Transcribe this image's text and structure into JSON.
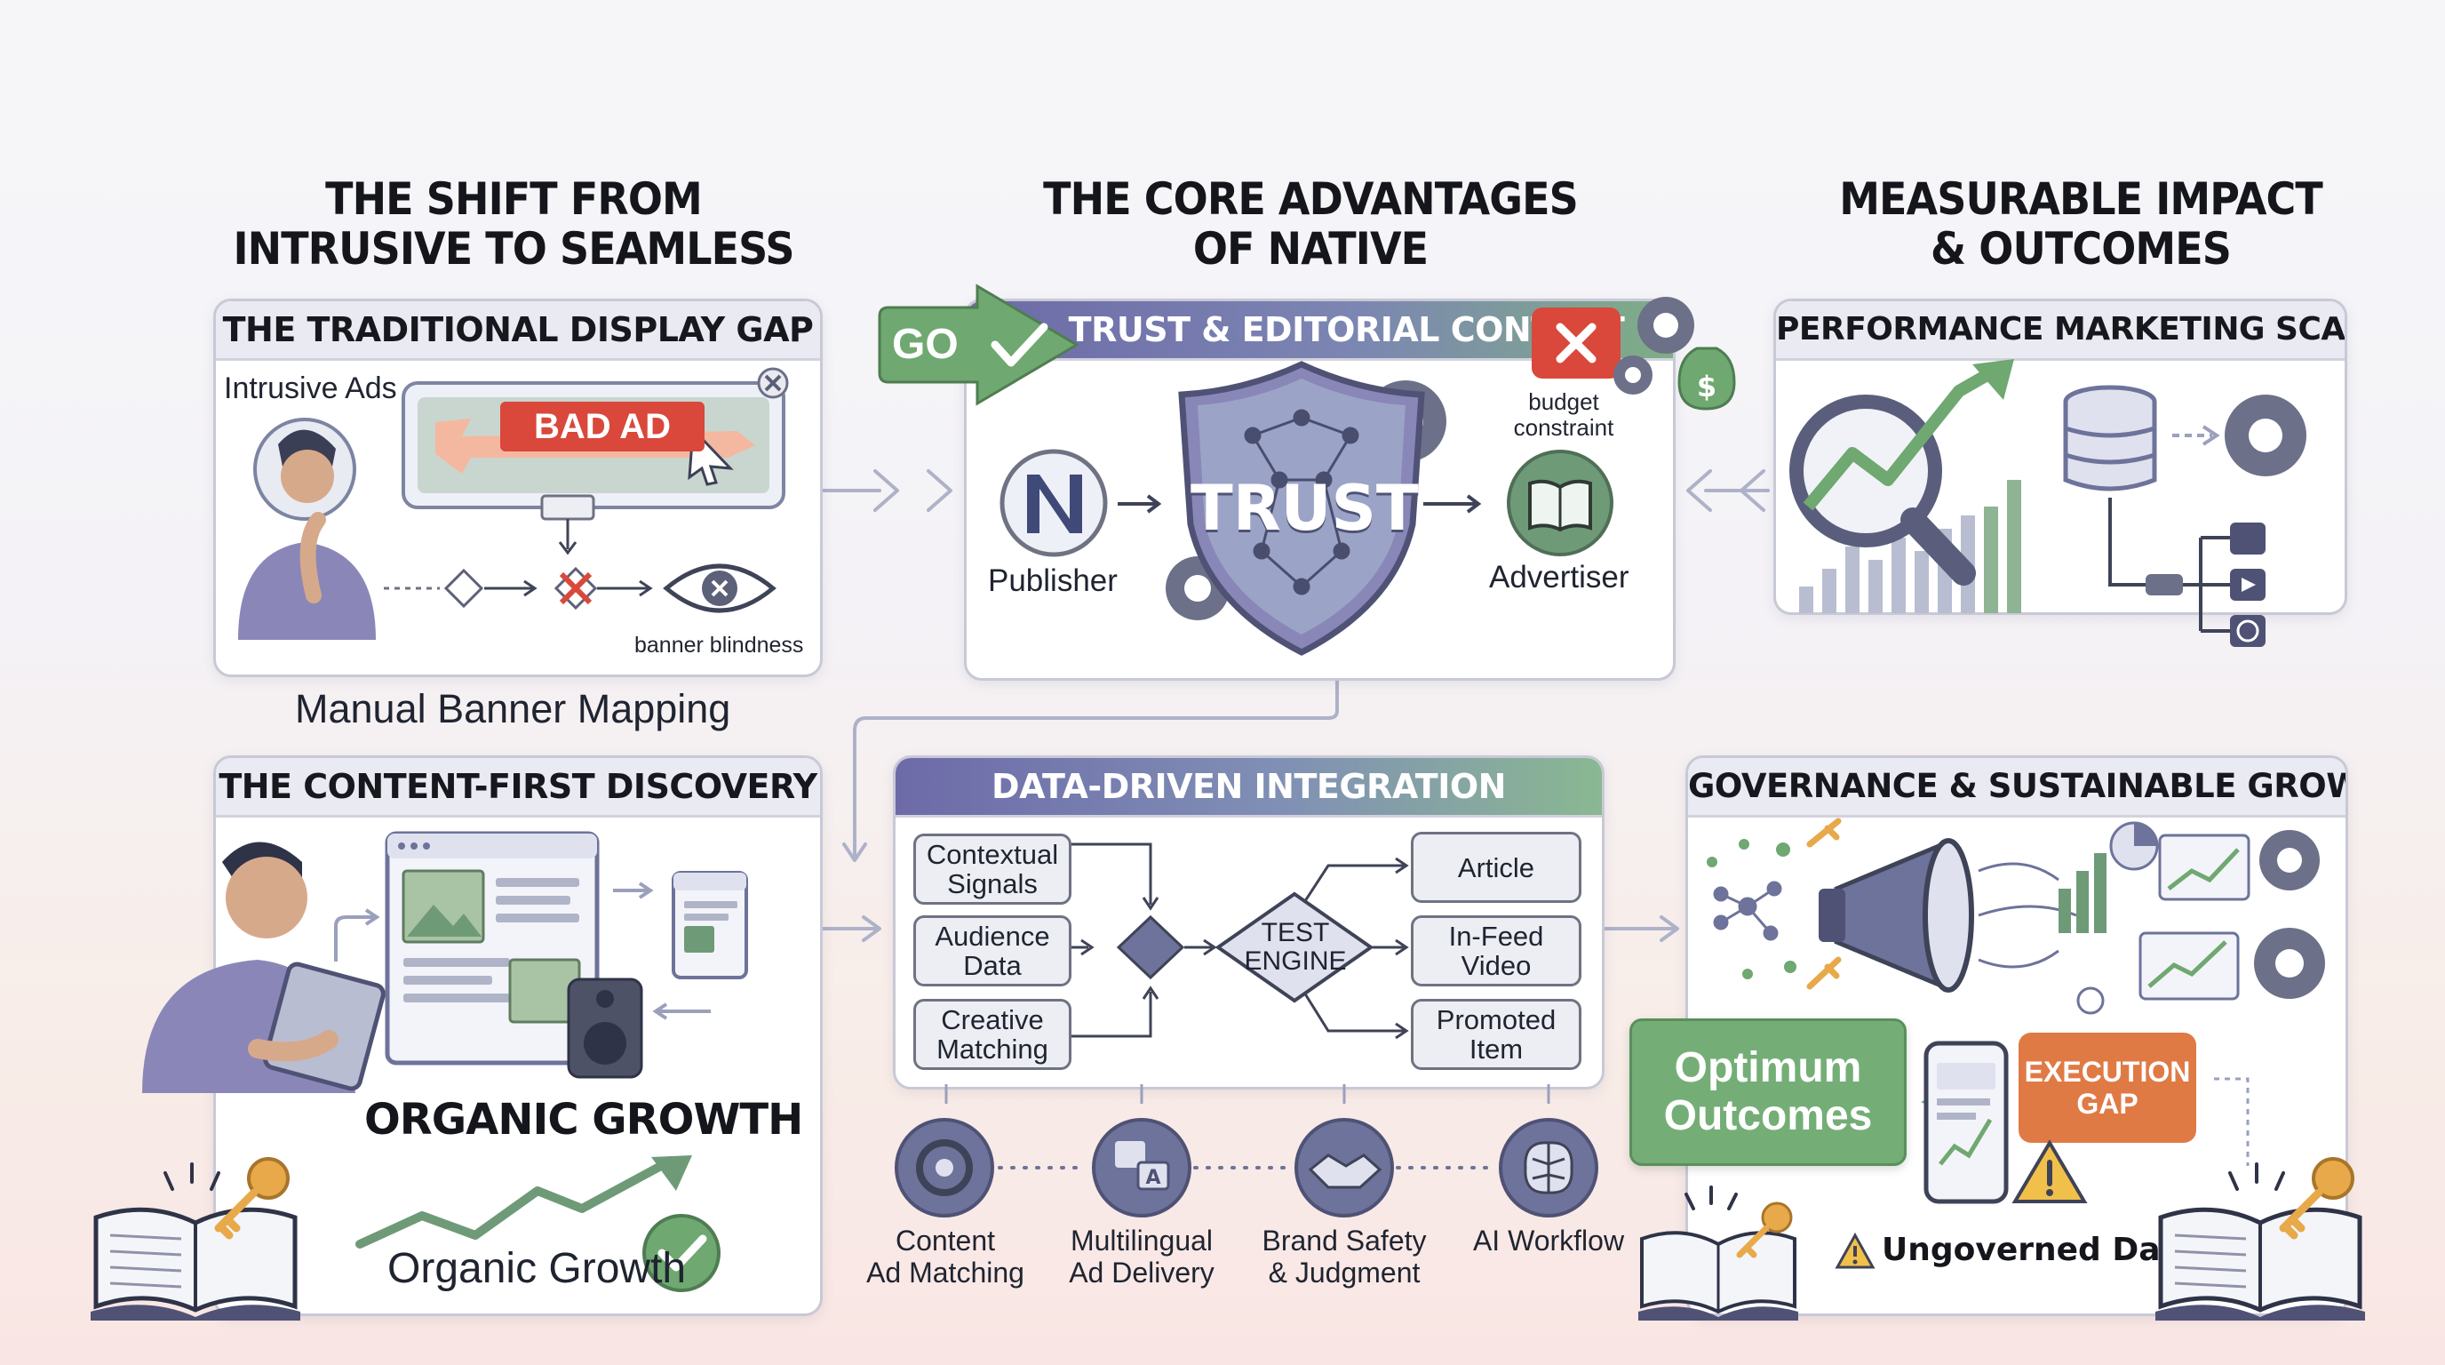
{
  "columns": {
    "left_title": [
      "THE SHIFT FROM",
      "INTRUSIVE TO SEAMLESS"
    ],
    "center_title": [
      "THE CORE ADVANTAGES",
      "OF NATIVE"
    ],
    "right_title": [
      "MEASURABLE IMPACT",
      "& OUTCOMES"
    ]
  },
  "display_gap": {
    "title": "THE TRADITIONAL DISPLAY GAP",
    "intrusive_label": "Intrusive Ads",
    "bad_ad": "BAD AD",
    "banner_blindness": "banner blindness",
    "caption": "Manual Banner Mapping"
  },
  "trust_panel": {
    "title": "TRUST & EDITORIAL CONTEXT",
    "go_label": "GO",
    "shield_text": "TRUST",
    "publisher": "Publisher",
    "advertiser": "Advertiser",
    "budget": [
      "budget",
      "constraint"
    ]
  },
  "performance": {
    "title": "PERFORMANCE MARKETING SCALE"
  },
  "content_first": {
    "title": "THE CONTENT-FIRST DISCOVERY",
    "headline": "ORGANIC GROWTH",
    "caption": "Organic Growth"
  },
  "integration": {
    "title": "DATA-DRIVEN INTEGRATION",
    "inputs": [
      [
        "Contextual",
        "Signals"
      ],
      [
        "Audience",
        "Data"
      ],
      [
        "Creative",
        "Matching"
      ]
    ],
    "engine": [
      "TEST",
      "ENGINE"
    ],
    "outputs": [
      [
        "Article"
      ],
      [
        "In-Feed",
        "Video"
      ],
      [
        "Promoted",
        "Item"
      ]
    ]
  },
  "features": [
    {
      "lines": [
        "Content",
        "Ad Matching"
      ],
      "icon": "gear-icon"
    },
    {
      "lines": [
        "Multilingual",
        "Ad Delivery"
      ],
      "icon": "translate-icon"
    },
    {
      "lines": [
        "Brand Safety",
        "& Judgment"
      ],
      "icon": "handshake-icon"
    },
    {
      "lines": [
        "AI Workflow"
      ],
      "icon": "brain-icon"
    }
  ],
  "governance": {
    "title": "GOVERNANCE & SUSTAINABLE GROWTH",
    "optimum": [
      "Optimum",
      "Outcomes"
    ],
    "execution_gap": [
      "EXECUTION",
      "GAP"
    ],
    "ungoverned": "Ungoverned Data"
  },
  "colors": {
    "accent_purple": "#6d6aa8",
    "accent_green": "#6fa870",
    "alert_red": "#d9483b",
    "alert_orange": "#e07a45",
    "panel_border": "#c8c9d6"
  }
}
